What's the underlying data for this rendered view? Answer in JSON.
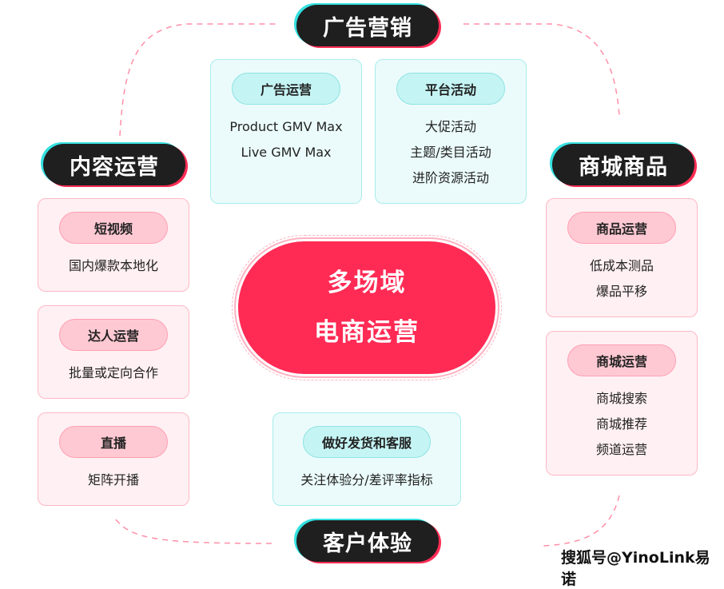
{
  "center": {
    "line1": "多场域",
    "line2": "电商运营"
  },
  "sections": {
    "ads": {
      "title": "广告营销",
      "cards": [
        {
          "label": "广告运营",
          "items": [
            "Product GMV Max",
            "Live GMV Max"
          ]
        },
        {
          "label": "平台活动",
          "items": [
            "大促活动",
            "主题/类目活动",
            "进阶资源活动"
          ]
        }
      ]
    },
    "content": {
      "title": "内容运营",
      "cards": [
        {
          "label": "短视频",
          "items": [
            "国内爆款本地化"
          ]
        },
        {
          "label": "达人运营",
          "items": [
            "批量或定向合作"
          ]
        },
        {
          "label": "直播",
          "items": [
            "矩阵开播"
          ]
        }
      ]
    },
    "mall": {
      "title": "商城商品",
      "cards": [
        {
          "label": "商品运营",
          "items": [
            "低成本测品",
            "爆品平移"
          ]
        },
        {
          "label": "商城运营",
          "items": [
            "商城搜索",
            "商城推荐",
            "频道运营"
          ]
        }
      ]
    },
    "cx": {
      "title": "客户体验",
      "cards": [
        {
          "label": "做好发货和客服",
          "items": [
            "关注体验分/差评率指标"
          ]
        }
      ]
    }
  },
  "watermark": "搜狐号@YinoLink易诺",
  "colors": {
    "accent": "#ff2b55",
    "cyan": "#35e0e0",
    "dark": "#1f1f1f"
  }
}
